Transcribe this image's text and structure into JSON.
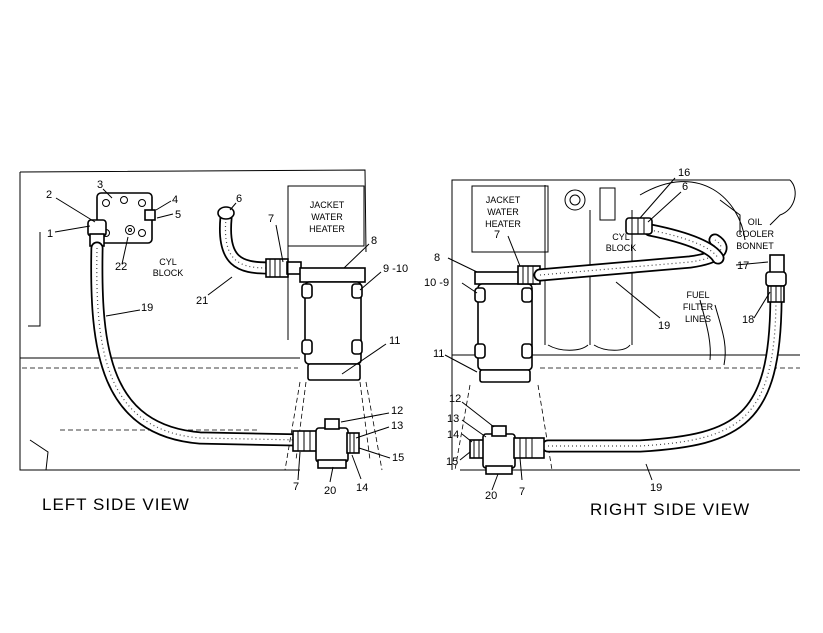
{
  "views": {
    "left": {
      "title": "LEFT SIDE VIEW",
      "labels": {
        "jacket_water_heater": [
          "JACKET",
          "WATER",
          "HEATER"
        ],
        "cyl_block": [
          "CYL",
          "BLOCK"
        ]
      },
      "callouts": {
        "n1": "1",
        "n2": "2",
        "n3": "3",
        "n4": "4",
        "n5": "5",
        "n6": "6",
        "n7a": "7",
        "n7b": "7",
        "n8": "8",
        "n9_10": "9 -10",
        "n11": "11",
        "n12": "12",
        "n13": "13",
        "n14": "14",
        "n15": "15",
        "n19": "19",
        "n20": "20",
        "n21": "21",
        "n22": "22"
      }
    },
    "right": {
      "title": "RIGHT SIDE VIEW",
      "labels": {
        "jacket_water_heater": [
          "JACKET",
          "WATER",
          "HEATER"
        ],
        "cyl_block": [
          "CYL",
          "BLOCK"
        ],
        "oil_cooler_bonnet": [
          "OIL",
          "COOLER",
          "BONNET"
        ],
        "fuel_filter_lines": [
          "FUEL",
          "FILTER",
          "LINES"
        ]
      },
      "callouts": {
        "n6": "6",
        "n7a": "7",
        "n7b": "7",
        "n8": "8",
        "n10_9": "10 -9",
        "n11": "11",
        "n12": "12",
        "n13": "13",
        "n14": "14",
        "n15": "15",
        "n16": "16",
        "n17": "17",
        "n18": "18",
        "n19a": "19",
        "n19b": "19",
        "n20": "20"
      }
    }
  }
}
